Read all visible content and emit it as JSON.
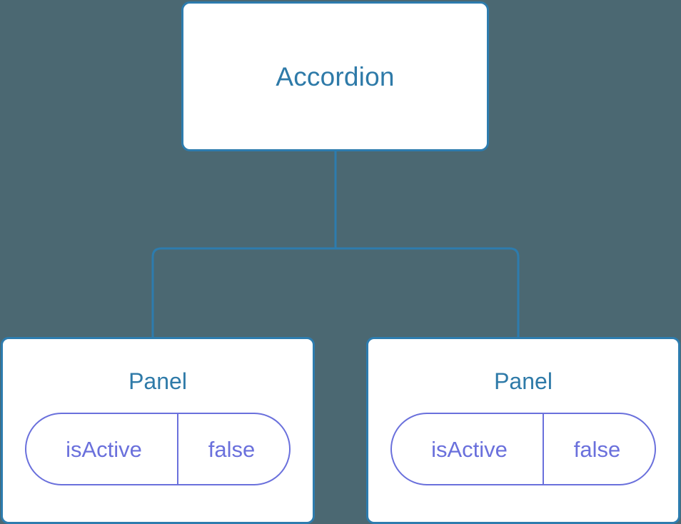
{
  "diagram": {
    "type": "component-tree",
    "background_color": "#4b6872",
    "node_border_color": "#2d7cae",
    "node_fill_color": "#ffffff",
    "title_color": "#2e7aa8",
    "state_color": "#6a70dc",
    "connector_color": "#2d7cae",
    "root": {
      "label": "Accordion"
    },
    "children": [
      {
        "label": "Panel",
        "state": {
          "key": "isActive",
          "value": "false"
        }
      },
      {
        "label": "Panel",
        "state": {
          "key": "isActive",
          "value": "false"
        }
      }
    ]
  }
}
